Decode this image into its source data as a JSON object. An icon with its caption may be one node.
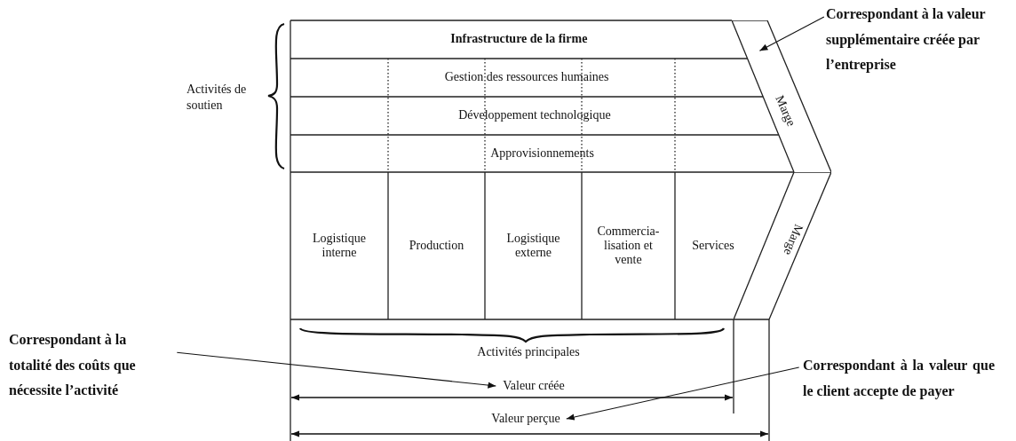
{
  "diagram": {
    "nodes": [
      {
        "text": [
          "Infrastructure de la firme"
        ]
      },
      {
        "text": [
          "Gestion des ressources humaines"
        ]
      },
      {
        "text": [
          "Développement technologique"
        ]
      },
      {
        "text": [
          "Approvisionnements"
        ]
      },
      {
        "text": [
          "Logistique interne"
        ]
      },
      {
        "text": [
          "Production"
        ]
      },
      {
        "text": [
          "Logistique externe"
        ]
      },
      {
        "text": [
          "Commercia- lisation et vente"
        ]
      },
      {
        "text": [
          "Services"
        ]
      },
      {
        "text": [
          "Marge"
        ]
      },
      {
        "text": [
          "Marge"
        ]
      },
      {
        "text": [
          "Correspondant à la valeur supplémentaire créée par l’entreprise"
        ]
      },
      {
        "text": [
          "Valeur créée"
        ]
      },
      {
        "text": [
          "Valeur perçue"
        ]
      },
      {
        "text": [
          "Correspondant à la totalité des coûts que nécessite l’activité"
        ]
      },
      {
        "text": [
          "Correspondant à la valeur que le client accepte de payer"
        ]
      }
    ],
    "edges": [
      {
        "from": 11,
        "to": 9,
        "arrow": "to"
      },
      {
        "from": 14,
        "to": 12,
        "arrow": "to"
      },
      {
        "from": 15,
        "to": 13,
        "arrow": "to"
      }
    ],
    "labels": [
      "Activités de soutien",
      "Activités principales"
    ]
  }
}
